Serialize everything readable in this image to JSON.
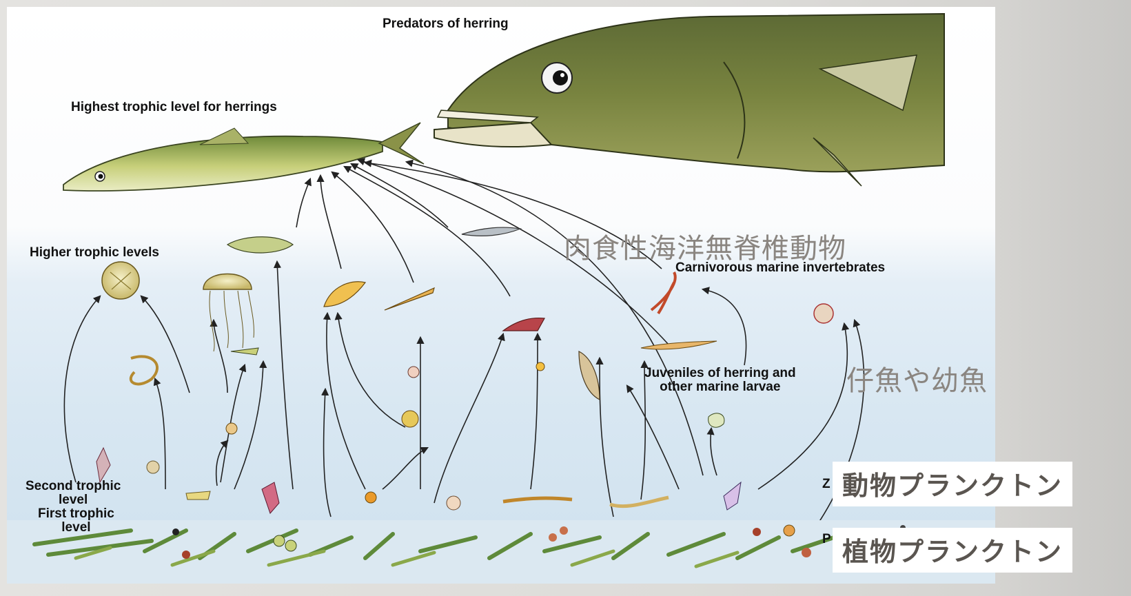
{
  "labels": {
    "predators": "Predators of herring",
    "highest": "Highest trophic level for herrings",
    "higher": "Higher trophic levels",
    "carnivorous": "Carnivorous marine invertebrates",
    "juveniles_line1": "Juveniles of herring and",
    "juveniles_line2": "other marine larvae",
    "second_line1": "Second trophic",
    "second_line2": "level",
    "first_line1": "First trophic",
    "first_line2": "level",
    "zoo_partial": "Z",
    "phyto_partial": "P"
  },
  "overlays": {
    "carnivorous_jp": "肉食性海洋無脊椎動物",
    "juveniles_jp": "仔魚や幼魚",
    "zooplankton_jp": "動物プランクトン",
    "phytoplankton_jp": "植物プランクトン"
  },
  "colors": {
    "background": "#e0dfdc",
    "water": "#d8e7f2",
    "overlay_text": "#8a8580",
    "box_text": "#5a5550"
  }
}
